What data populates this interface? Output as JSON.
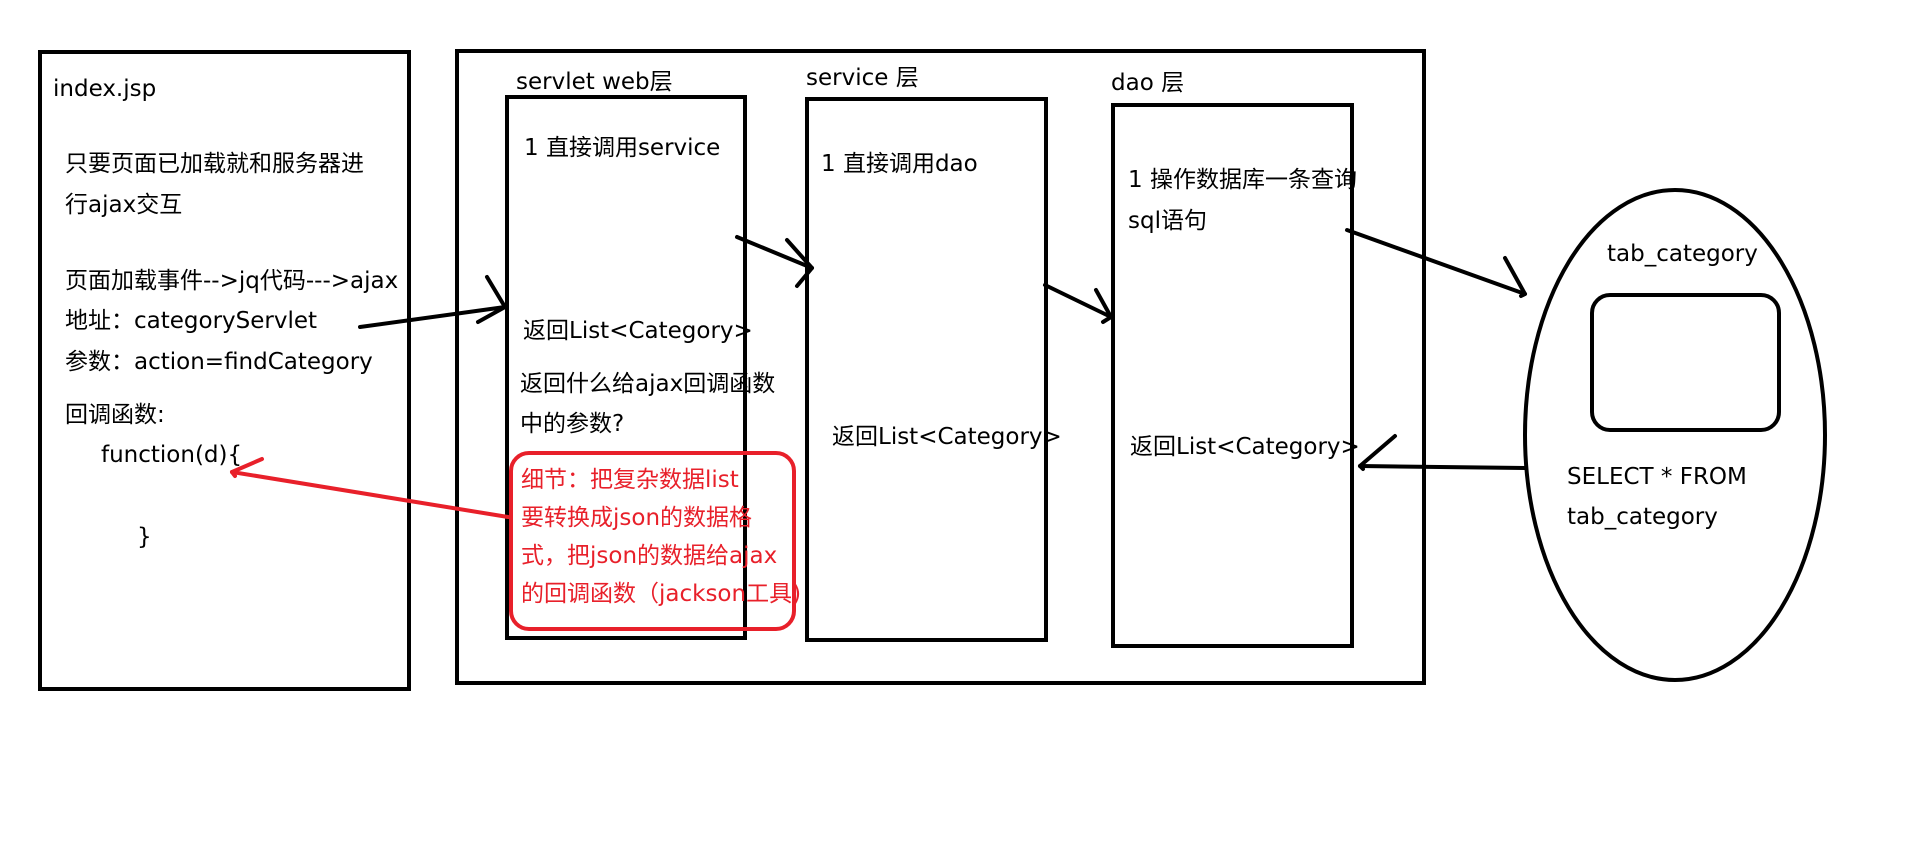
{
  "colors": {
    "stroke": "#000000",
    "accent_red": "#e8202a",
    "background": "#ffffff"
  },
  "index": {
    "title": "index.jsp",
    "desc_line1": "只要页面已加载就和服务器进",
    "desc_line2": "行ajax交互",
    "flow": "页面加载事件-->jq代码--->ajax",
    "address": "地址：categoryServlet",
    "params": "参数：action=findCategory",
    "callback_label": "回调函数:",
    "callback_open": "function(d){",
    "callback_close": "}"
  },
  "servlet": {
    "title": "servlet web层",
    "step1": "1 直接调用service",
    "returns": "返回List<Category>",
    "question_line1": "返回什么给ajax回调函数",
    "question_line2": "中的参数?",
    "note_line1": "细节：把复杂数据list",
    "note_line2": "要转换成json的数据格",
    "note_line3": "式，把json的数据给ajax",
    "note_line4": "的回调函数（jackson工具)"
  },
  "service": {
    "title": "service 层",
    "step1": "1 直接调用dao",
    "returns": "返回List<Category>"
  },
  "dao": {
    "title": "dao 层",
    "step1_line1": "1 操作数据库一条查询",
    "step1_line2": "sql语句",
    "returns": "返回List<Category>"
  },
  "database": {
    "table_name": "tab_category",
    "query_line1": "SELECT * FROM",
    "query_line2": "tab_category"
  }
}
